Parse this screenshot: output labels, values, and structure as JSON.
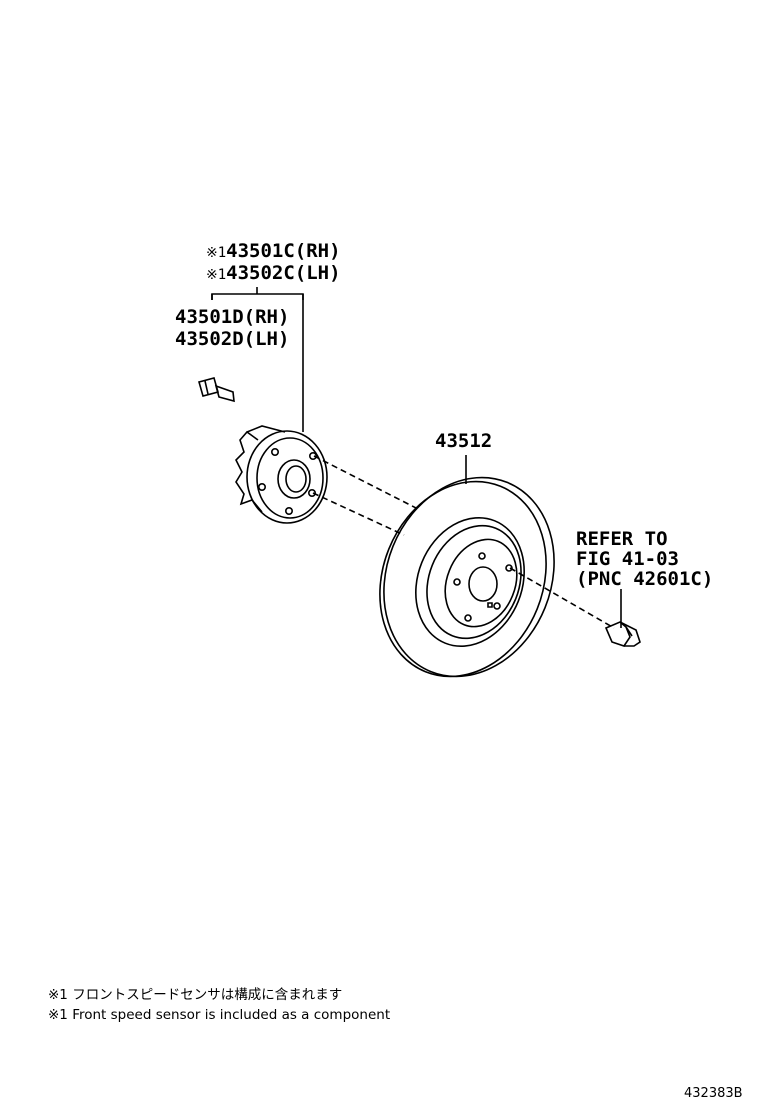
{
  "callouts": {
    "hub_rh_with_sensor": {
      "mark": "※1",
      "part": "43501C(RH)"
    },
    "hub_lh_with_sensor": {
      "mark": "※1",
      "part": "43502C(LH)"
    },
    "hub_rh": "43501D(RH)",
    "hub_lh": "43502D(LH)",
    "disc": "43512",
    "refer_line1": "REFER TO",
    "refer_line2": "FIG 41-03",
    "refer_line3": "(PNC 42601C)"
  },
  "footnotes": {
    "jp": "※1 フロントスピードセンサは構成に含まれます",
    "en": "※1 Front speed sensor is included as a component"
  },
  "diagram_id": "432383B"
}
